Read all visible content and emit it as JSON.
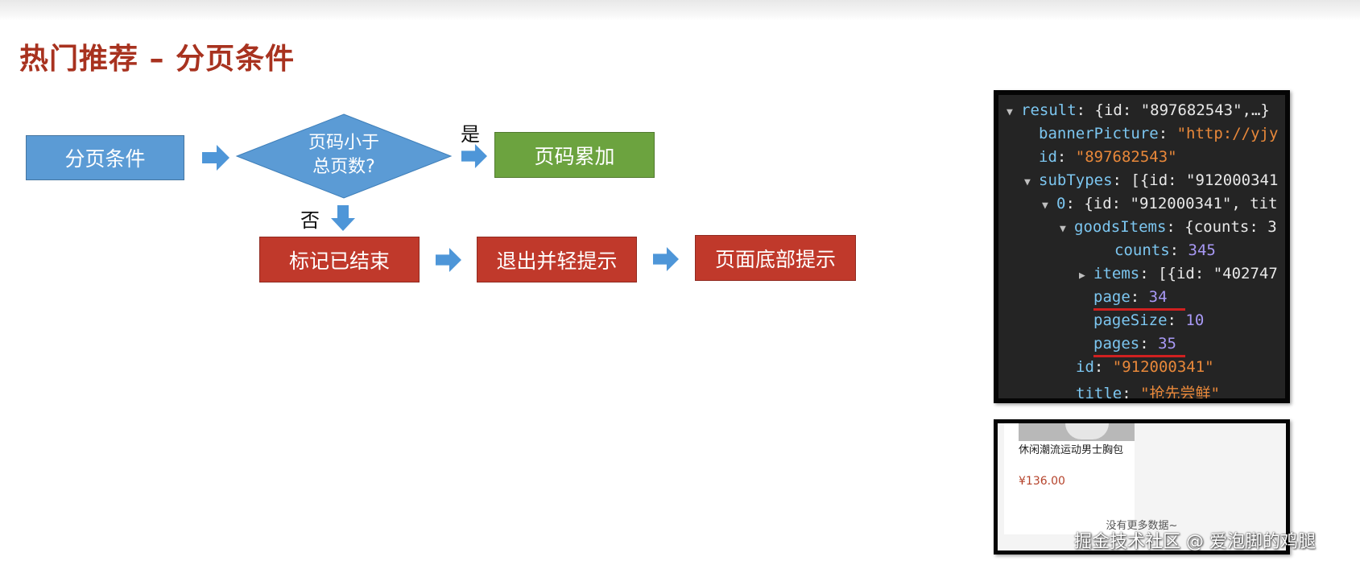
{
  "slide": {
    "title": "热门推荐 – 分页条件"
  },
  "flow": {
    "start": "分页条件",
    "decision_line1": "页码小于",
    "decision_line2": "总页数?",
    "yes_label": "是",
    "no_label": "否",
    "increment": "页码累加",
    "mark_end": "标记已结束",
    "exit_hint": "退出并轻提示",
    "bottom_hint": "页面底部提示",
    "colors": {
      "blue": "#5b9bd5",
      "green": "#6ca33f",
      "red": "#c0392b",
      "arrow": "#4e96d8"
    }
  },
  "json_view": {
    "line1_key": "result",
    "line1_val": "{id: \"897682543\",…}",
    "line2_key": "bannerPicture",
    "line2_val": "\"http://yjy",
    "line3_key": "id",
    "line3_val": "\"897682543\"",
    "line4_key": "subTypes",
    "line4_val": "[{id: \"912000341",
    "line5_key": "0",
    "line5_val": "{id: \"912000341\", tit",
    "line6_key": "goodsItems",
    "line6_val": "{counts: 3",
    "line7_key": "counts",
    "line7_val": "345",
    "line8_key": "items",
    "line8_val": "[{id: \"402747",
    "line9_key": "page",
    "line9_val": "34",
    "line10_key": "pageSize",
    "line10_val": "10",
    "line11_key": "pages",
    "line11_val": "35",
    "line12_key": "id",
    "line12_val": "\"912000341\"",
    "line13_key": "title",
    "line13_val": "\"抢先尝鲜\""
  },
  "phone": {
    "product_name": "休闲潮流运动男士胸包",
    "price": "¥136.00",
    "no_more": "没有更多数据~"
  },
  "watermark": "掘金技术社区 @ 爱泡脚的鸡腿"
}
